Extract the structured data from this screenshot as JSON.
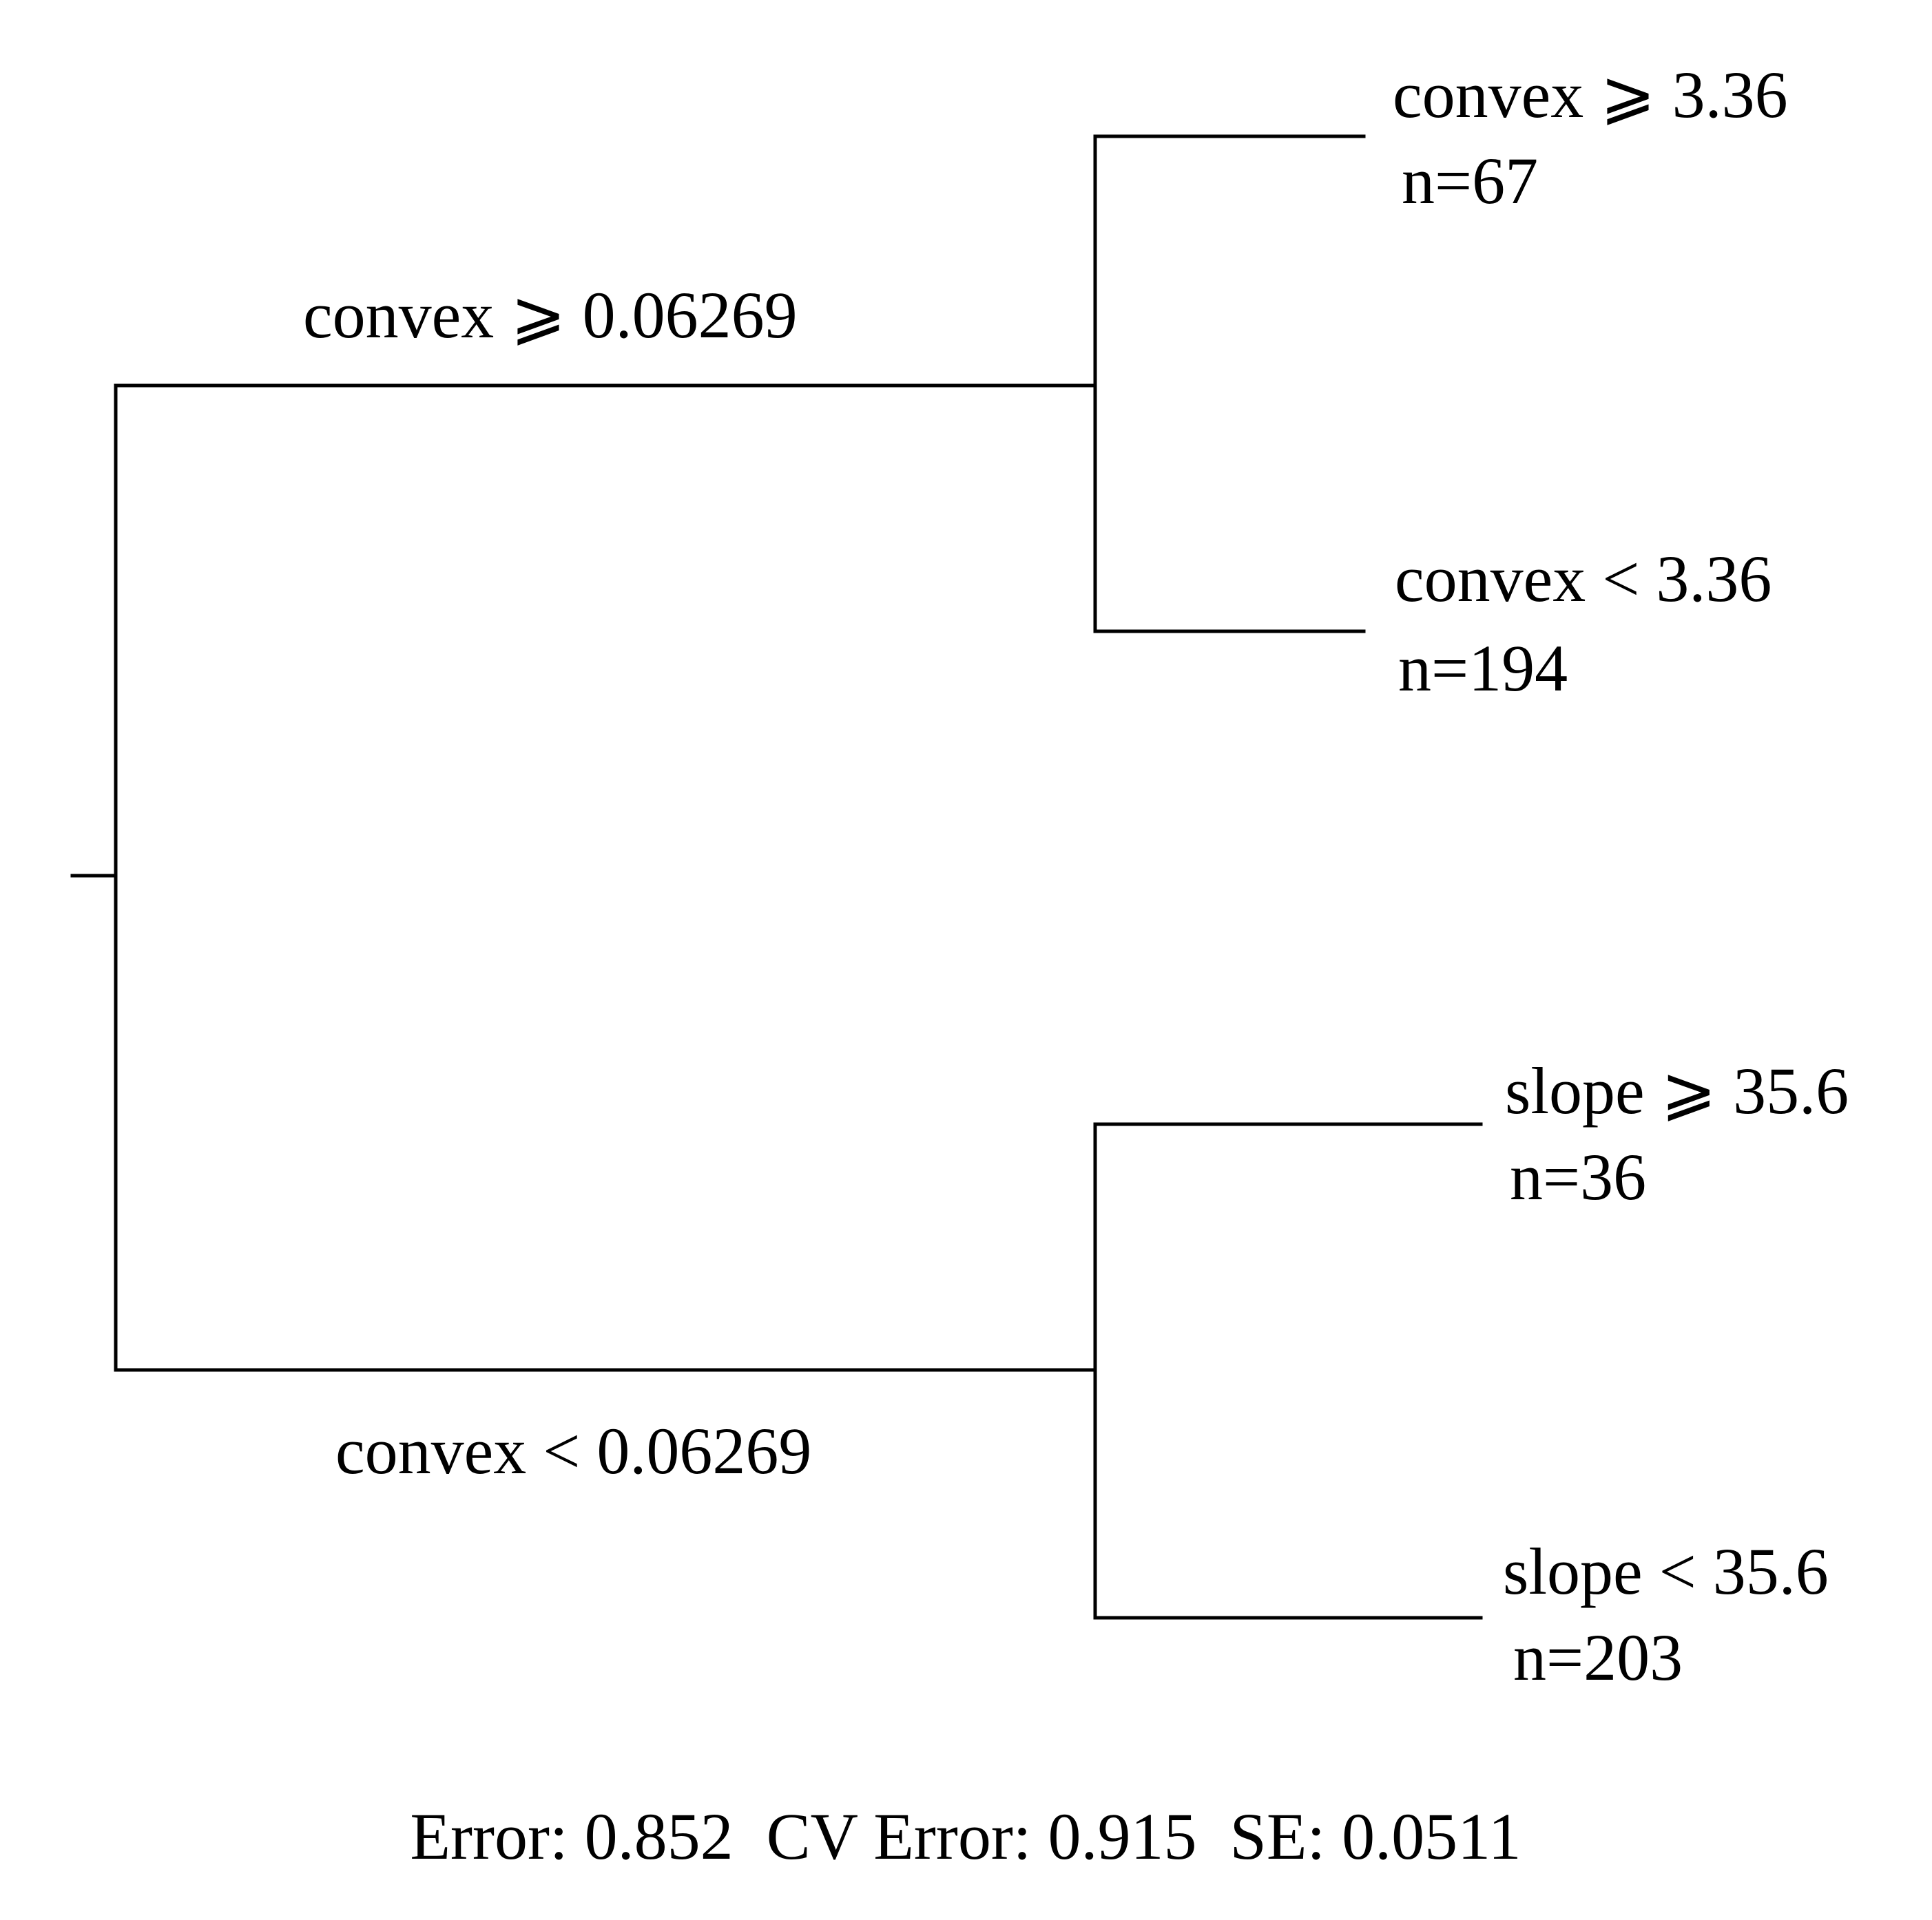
{
  "tree": {
    "root_split": {
      "left_label": "convex ⩾ 0.06269",
      "right_label": "convex < 0.06269"
    },
    "upper_node": {
      "left_leaf": {
        "label": "convex ⩾ 3.36",
        "n": "n=67"
      },
      "right_leaf": {
        "label": "convex < 3.36",
        "n": "n=194"
      }
    },
    "lower_node": {
      "left_leaf": {
        "label": "slope ⩾ 35.6",
        "n": "n=36"
      },
      "right_leaf": {
        "label": "slope < 35.6",
        "n": "n=203"
      }
    }
  },
  "footer": {
    "stats": "Error: 0.852  CV Error: 0.915  SE: 0.0511"
  },
  "colors": {
    "line": "#000000",
    "text": "#000000",
    "background": "#ffffff"
  }
}
